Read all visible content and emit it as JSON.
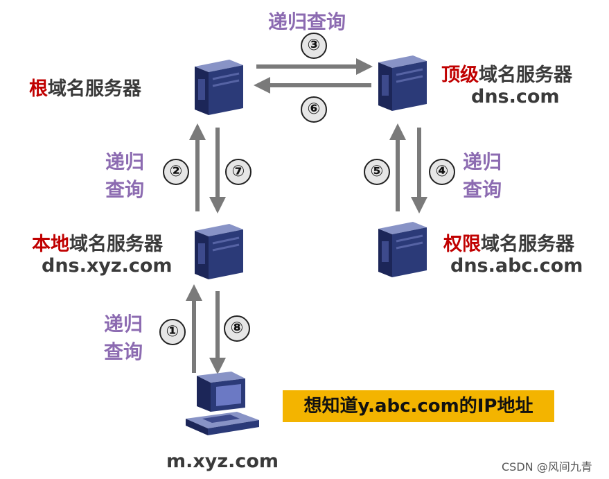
{
  "labels": {
    "top_query": "递归查询",
    "left_upper_query": [
      "递归",
      "查询"
    ],
    "right_upper_query": [
      "递归",
      "查询"
    ],
    "left_lower_query": [
      "递归",
      "查询"
    ]
  },
  "steps": [
    "①",
    "②",
    "③",
    "④",
    "⑤",
    "⑥",
    "⑦",
    "⑧"
  ],
  "servers": {
    "root": {
      "highlight": "根",
      "rest": "域名服务器"
    },
    "tld": {
      "highlight": "顶级",
      "rest": "域名服务器",
      "host": "dns.com"
    },
    "local": {
      "highlight": "本地",
      "rest": "域名服务器",
      "host": "dns.xyz.com"
    },
    "auth": {
      "highlight": "权限",
      "rest": "域名服务器",
      "host": "dns.abc.com"
    }
  },
  "client": {
    "host": "m.xyz.com"
  },
  "banner": "想知道y.abc.com的IP地址",
  "watermark": "CSDN @风间九青",
  "colors": {
    "purple": "#8c6bb1",
    "highlight_red": "#c00000",
    "server_blue": "#2b3a78",
    "arrow_gray": "#7a7a7a",
    "banner_yellow": "#f3b400"
  },
  "icons": [
    "server-icon",
    "computer-icon",
    "arrow-icon"
  ]
}
